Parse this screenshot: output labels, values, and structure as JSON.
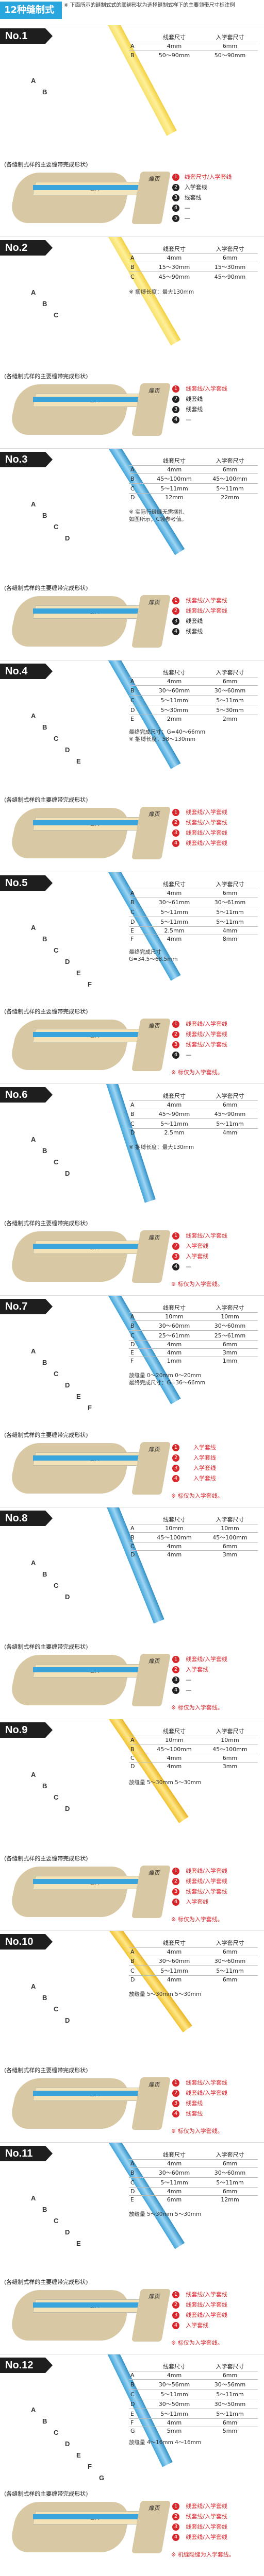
{
  "header": {
    "title": "12种缝制式样",
    "note": "※ 下面所示的缝制式式的顾绑形状为选择缝制式样下的主要领带尺寸标注例"
  },
  "common": {
    "col_chang": "线套尺寸",
    "col_ru": "入学套尺寸",
    "frame_title": "(各缝制式样的主要缠带完成形状)",
    "belt_label": "腰带",
    "flap_label": "扉页"
  },
  "sections": [
    {
      "no": "No.1",
      "strip": "yellow",
      "rows": [
        [
          "A",
          "4mm",
          "6mm"
        ],
        [
          "B",
          "50〜90mm",
          "50〜90mm"
        ]
      ],
      "extra": [],
      "legend": [
        [
          "r",
          "1",
          "线套尺寸/入学套线"
        ],
        [
          "b",
          "2",
          "入学套线"
        ],
        [
          "b",
          "3",
          "线套线"
        ],
        [
          "b",
          "4",
          "—"
        ],
        [
          "b",
          "5",
          "—"
        ]
      ]
    },
    {
      "no": "No.2",
      "strip": "yellow",
      "rows": [
        [
          "A",
          "4mm",
          "6mm"
        ],
        [
          "B",
          "15〜30mm",
          "15〜30mm"
        ],
        [
          "C",
          "45〜90mm",
          "45〜90mm"
        ]
      ],
      "extra": [
        "※ 搁缚长度：最大130mm"
      ],
      "legend": [
        [
          "r",
          "1",
          "线套线/入学套线"
        ],
        [
          "b",
          "2",
          "线套线"
        ],
        [
          "b",
          "3",
          "线套线"
        ],
        [
          "b",
          "4",
          "—"
        ]
      ]
    },
    {
      "no": "No.3",
      "strip": "blue",
      "rows": [
        [
          "A",
          "4mm",
          "6mm"
        ],
        [
          "B",
          "45〜100mm",
          "45〜100mm"
        ],
        [
          "C",
          "5〜11mm",
          "5〜11mm"
        ],
        [
          "D",
          "12mm",
          "22mm"
        ]
      ],
      "extra": [
        "※ 实际行缝缝无需捆扎",
        "如图所示，C领参考值。"
      ],
      "legend": [
        [
          "r",
          "1",
          "线套线/入学套线"
        ],
        [
          "r",
          "2",
          "线套线/入学套线"
        ],
        [
          "b",
          "3",
          "线套线"
        ],
        [
          "b",
          "4",
          "线套线"
        ]
      ]
    },
    {
      "no": "No.4",
      "strip": "blue",
      "rows": [
        [
          "A",
          "4mm",
          "6mm"
        ],
        [
          "B",
          "30〜60mm",
          "30〜60mm"
        ],
        [
          "C",
          "5〜11mm",
          "5〜11mm"
        ],
        [
          "D",
          "5〜30mm",
          "5〜30mm"
        ],
        [
          "E",
          "2mm",
          "2mm"
        ]
      ],
      "extra": [
        "最终完成尺寸：G=40〜66mm",
        "※ 捆缚长度：58〜130mm"
      ],
      "legend": [
        [
          "r",
          "1",
          "线套线/入学套线"
        ],
        [
          "r",
          "2",
          "线套线/入学套线"
        ],
        [
          "r",
          "3",
          "线套线/入学套线"
        ],
        [
          "r",
          "4",
          "线套线/入学套线"
        ]
      ]
    },
    {
      "no": "No.5",
      "strip": "blue",
      "rows": [
        [
          "A",
          "4mm",
          "6mm"
        ],
        [
          "B",
          "30〜61mm",
          "30〜61mm"
        ],
        [
          "C",
          "5〜11mm",
          "5〜11mm"
        ],
        [
          "D",
          "5〜11mm",
          "5〜11mm"
        ],
        [
          "E",
          "2.5mm",
          "4mm"
        ],
        [
          "F",
          "4mm",
          "8mm"
        ]
      ],
      "extra": [
        "最终完成尺寸",
        "G=34.5〜68.5mm"
      ],
      "legend": [
        [
          "r",
          "1",
          "线套线/入学套线"
        ],
        [
          "r",
          "2",
          "线套线/入学套线"
        ],
        [
          "r",
          "3",
          "线套线/入学套线"
        ],
        [
          "b",
          "4",
          "—"
        ]
      ],
      "hint": "※ 标仅为入学套线。"
    },
    {
      "no": "No.6",
      "strip": "blue",
      "rows": [
        [
          "A",
          "4mm",
          "6mm"
        ],
        [
          "B",
          "45〜90mm",
          "45〜90mm"
        ],
        [
          "C",
          "5〜11mm",
          "5〜11mm"
        ],
        [
          "D",
          "2.5mm",
          "4mm"
        ]
      ],
      "extra": [
        "※ 捆缚长度：最大130mm"
      ],
      "legend": [
        [
          "r",
          "1",
          "线套线/入学套线"
        ],
        [
          "r",
          "2",
          "入学套线"
        ],
        [
          "r",
          "3",
          "入学套线"
        ],
        [
          "b",
          "4",
          "—"
        ]
      ],
      "hint": "※ 标仅为入学套线。"
    },
    {
      "no": "No.7",
      "strip": "blue",
      "rows": [
        [
          "A",
          "10mm",
          "10mm"
        ],
        [
          "B",
          "30〜60mm",
          "30〜60mm"
        ],
        [
          "C",
          "25〜61mm",
          "25〜61mm"
        ],
        [
          "D",
          "4mm",
          "6mm"
        ],
        [
          "E",
          "4mm",
          "3mm"
        ],
        [
          "F",
          "1mm",
          "1mm"
        ]
      ],
      "extra": [
        "放缝量 0〜20mm 0〜20mm",
        "最终完成尺寸：G=36〜66mm"
      ],
      "legend": [
        [
          "r",
          "1",
          "入学套线"
        ],
        [
          "r",
          "2",
          "入学套线"
        ],
        [
          "r",
          "3",
          "入学套线"
        ],
        [
          "r",
          "4",
          "入学套线"
        ]
      ],
      "hint": "※ 标仅为入学套线。"
    },
    {
      "no": "No.8",
      "strip": "blue",
      "rows": [
        [
          "A",
          "10mm",
          "10mm"
        ],
        [
          "B",
          "45〜100mm",
          "45〜100mm"
        ],
        [
          "C",
          "4mm",
          "6mm"
        ],
        [
          "D",
          "4mm",
          "3mm"
        ]
      ],
      "extra": [],
      "legend": [
        [
          "r",
          "1",
          "线套线/入学套线"
        ],
        [
          "r",
          "2",
          "入学套线"
        ],
        [
          "b",
          "3",
          "—"
        ],
        [
          "b",
          "4",
          "—"
        ]
      ],
      "hint": "※ 标仅为入学套线。"
    },
    {
      "no": "No.9",
      "strip": "gold",
      "rows": [
        [
          "A",
          "10mm",
          "10mm"
        ],
        [
          "B",
          "45〜100mm",
          "45〜100mm"
        ],
        [
          "C",
          "4mm",
          "6mm"
        ],
        [
          "D",
          "4mm",
          "3mm"
        ]
      ],
      "extra": [
        "放缝量 5〜30mm 5〜30mm"
      ],
      "legend": [
        [
          "r",
          "1",
          "线套线/入学套线"
        ],
        [
          "r",
          "2",
          "线套线/入学套线"
        ],
        [
          "r",
          "3",
          "线套线/入学套线"
        ],
        [
          "r",
          "4",
          "入学套线"
        ]
      ],
      "hint": "※ 标仅为入学套线。"
    },
    {
      "no": "No.10",
      "strip": "gold",
      "rows": [
        [
          "A",
          "4mm",
          "6mm"
        ],
        [
          "B",
          "30〜60mm",
          "30〜60mm"
        ],
        [
          "C",
          "5〜11mm",
          "5〜11mm"
        ],
        [
          "D",
          "4mm",
          "6mm"
        ]
      ],
      "extra": [
        "放缝量 5〜30mm 5〜30mm"
      ],
      "legend": [
        [
          "r",
          "1",
          "线套线/入学套线"
        ],
        [
          "r",
          "2",
          "线套线/入学套线"
        ],
        [
          "r",
          "3",
          "线套线"
        ],
        [
          "r",
          "4",
          "线套线"
        ]
      ],
      "hint": "※ 标仅为入学套线。"
    },
    {
      "no": "No.11",
      "strip": "blue",
      "rows": [
        [
          "A",
          "4mm",
          "6mm"
        ],
        [
          "B",
          "30〜60mm",
          "30〜60mm"
        ],
        [
          "C",
          "5〜11mm",
          "5〜11mm"
        ],
        [
          "D",
          "4mm",
          "6mm"
        ],
        [
          "E",
          "6mm",
          "12mm"
        ]
      ],
      "extra": [
        "放缝量 5〜30mm 5〜30mm"
      ],
      "legend": [
        [
          "r",
          "1",
          "线套线/入学套线"
        ],
        [
          "r",
          "2",
          "线套线/入学套线"
        ],
        [
          "r",
          "3",
          "线套线/入学套线"
        ],
        [
          "r",
          "4",
          "入学套线"
        ]
      ],
      "hint": "※ 标仅为入学套线。"
    },
    {
      "no": "No.12",
      "strip": "blue",
      "rows": [
        [
          "A",
          "4mm",
          "6mm"
        ],
        [
          "B",
          "30〜56mm",
          "30〜56mm"
        ],
        [
          "C",
          "5〜11mm",
          "5〜11mm"
        ],
        [
          "D",
          "30〜50mm",
          "30〜50mm"
        ],
        [
          "E",
          "5〜11mm",
          "5〜11mm"
        ],
        [
          "F",
          "4mm",
          "6mm"
        ],
        [
          "G",
          "5mm",
          "5mm"
        ]
      ],
      "extra": [
        "放缝量 4〜16mm 4〜16mm"
      ],
      "legend": [
        [
          "r",
          "1",
          "线套线/入学套线"
        ],
        [
          "r",
          "2",
          "线套线/入学套线"
        ],
        [
          "r",
          "3",
          "线套线/入学套线"
        ],
        [
          "r",
          "4",
          "线套线/入学套线"
        ]
      ],
      "hint": "※ 机缝隐缝为入学套线。"
    }
  ]
}
